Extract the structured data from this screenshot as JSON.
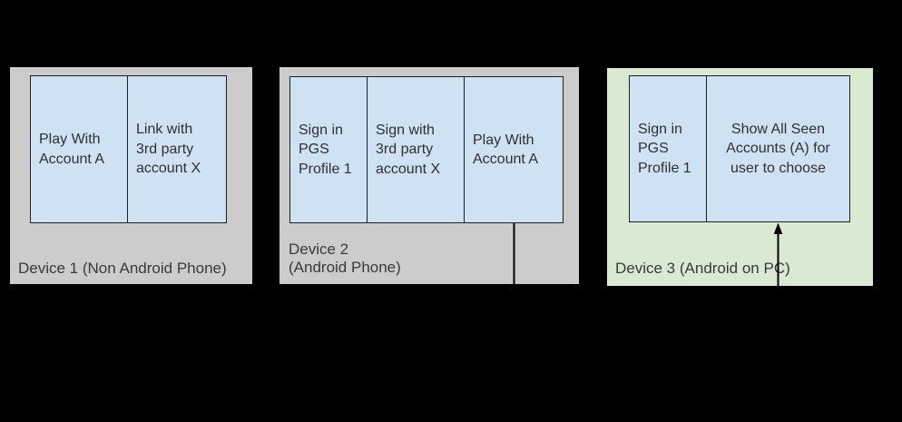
{
  "colors": {
    "background": "#000000",
    "device_phone_fill": "#cccccc",
    "device_pc_fill": "#d9ead3",
    "step_fill": "#cfe2f3",
    "step_border": "#1f1f1f",
    "text": "#303030",
    "connector": "#000000"
  },
  "devices": [
    {
      "label": "Device 1 (Non Android Phone)",
      "steps": [
        {
          "text": "Play With\nAccount A"
        },
        {
          "text": "Link with\n3rd party\naccount X"
        }
      ]
    },
    {
      "label": "Device 2\n(Android Phone)",
      "steps": [
        {
          "text": "Sign in\nPGS\nProfile 1"
        },
        {
          "text": "Sign with\n3rd party\naccount X"
        },
        {
          "text": "Play With\nAccount A"
        }
      ]
    },
    {
      "label": "Device 3 (Android on PC)",
      "steps": [
        {
          "text": "Sign in\nPGS\nProfile 1"
        },
        {
          "text": "Show All Seen\nAccounts (A) for\nuser to choose"
        }
      ]
    }
  ],
  "connector": {
    "from": "Device 2 / Play With Account A (bottom center)",
    "to": "Device 3 / Show All Seen Accounts (bottom center)",
    "arrow_direction": "up"
  }
}
